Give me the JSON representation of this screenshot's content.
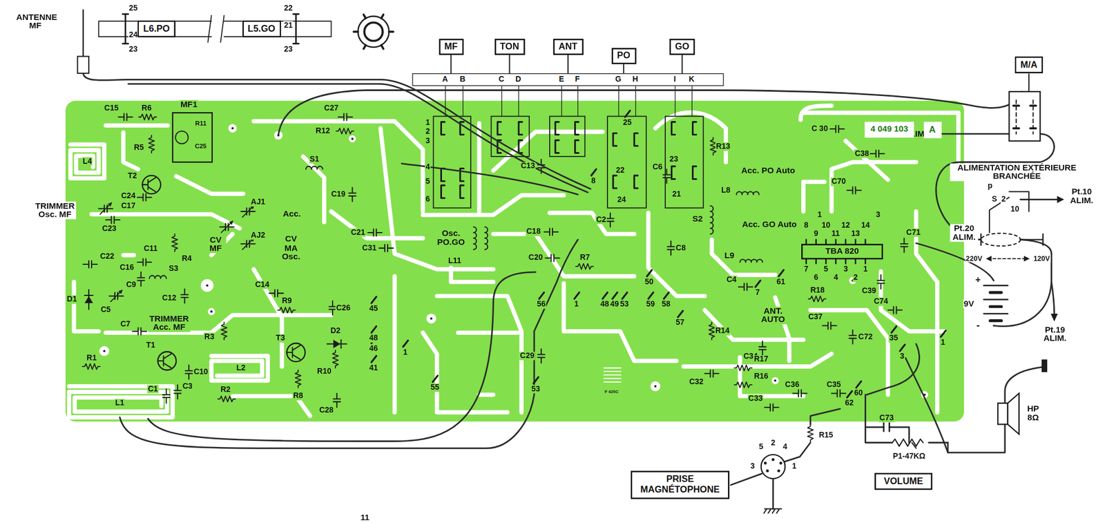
{
  "diagram": {
    "nodes": [
      {
        "text": [
          "L6.PO"
        ]
      },
      {
        "text": [
          "L5.GO"
        ]
      },
      {
        "text": [
          "MF"
        ]
      },
      {
        "text": [
          "TON"
        ]
      },
      {
        "text": [
          "ANT"
        ]
      },
      {
        "text": [
          "PO"
        ]
      },
      {
        "text": [
          "GO"
        ]
      },
      {
        "text": [
          "M/A"
        ]
      },
      {
        "text": [
          "A",
          "B",
          "C",
          "D",
          "E",
          "F",
          "G",
          "H",
          "I",
          "K"
        ]
      },
      {
        "text": [
          "4 049 103"
        ]
      },
      {
        "text": [
          "A"
        ]
      },
      {
        "text": [
          "TBA 820"
        ]
      },
      {
        "text": [
          "PRISE MAGNÉTOPHONE"
        ]
      },
      {
        "text": [
          "VOLUME"
        ]
      }
    ],
    "edges": [
      {
        "from": 2,
        "to": 8,
        "arrow": "none"
      },
      {
        "from": 3,
        "to": 8,
        "arrow": "none"
      },
      {
        "from": 4,
        "to": 8,
        "arrow": "none"
      },
      {
        "from": 5,
        "to": 8,
        "arrow": "none"
      },
      {
        "from": 6,
        "to": 8,
        "arrow": "none"
      }
    ],
    "labels": [
      "ANTENNE MF",
      "25",
      "24",
      "23",
      "22",
      "21",
      "23",
      "MF1",
      "R11",
      "C25",
      "C15",
      "R6",
      "R5",
      "L4",
      "T2",
      "TRIMMER Osc. MF",
      "C24",
      "C17",
      "C23",
      "C22",
      "C16",
      "C11",
      "R4",
      "S3",
      "C9",
      "C12",
      "D1",
      "C5",
      "C7",
      "TRIMMER Acc. MF",
      "T1",
      "R1",
      "R3",
      "C10",
      "L2",
      "C1",
      "C3",
      "R2",
      "L1",
      "C27",
      "R12",
      "S1",
      "C19",
      "AJ1",
      "Acc.",
      "CV MF",
      "AJ2",
      "CV MA Osc.",
      "C21",
      "C31",
      "C14",
      "R9",
      "C26",
      "45",
      "D2",
      "48",
      "46",
      "41",
      "T3",
      "R10",
      "R8",
      "C28",
      "1",
      "55",
      "1",
      "2",
      "3",
      "4",
      "5",
      "6",
      "C13",
      "8",
      "C2",
      "25",
      "22",
      "24",
      "C6",
      "23",
      "21",
      "R13",
      "Osc. PO.GO",
      "L11",
      "C18",
      "C20",
      "R7",
      "56",
      "1",
      "48",
      "49",
      "53",
      "50",
      "59",
      "58",
      "57",
      "C29",
      "53",
      "F 420C",
      "C 30",
      "C38",
      "Pt.18 ALIM.",
      "ALIMENTATION EXTÉRIEURE BRANCHÉE",
      "p",
      "S",
      "2",
      "10",
      "Pt.10 ALIM.",
      "Pt.20 ALIM.",
      "220V",
      "120V",
      "+",
      "9V",
      "-",
      "Pt.19 ALIM.",
      "Acc. PO Auto",
      "L8",
      "S2",
      "Acc. GO Auto",
      "L9",
      "C8",
      "C70",
      "1",
      "3",
      "C71",
      "8",
      "9",
      "10",
      "11",
      "12",
      "13",
      "14",
      "7",
      "6",
      "5",
      "4",
      "3",
      "2",
      "1",
      "C4",
      "7",
      "61",
      "R18",
      "C39",
      "C74",
      "ANT. AUTO",
      "R14",
      "C37",
      "C72",
      "C34",
      "35",
      "3",
      "1",
      "R17",
      "C32",
      "R16",
      "C36",
      "C35",
      "C33",
      "60",
      "62",
      "C73",
      "P1-47KΩ",
      "HP 8Ω",
      "R15",
      "5",
      "2",
      "4",
      "3",
      "1",
      "11"
    ]
  }
}
